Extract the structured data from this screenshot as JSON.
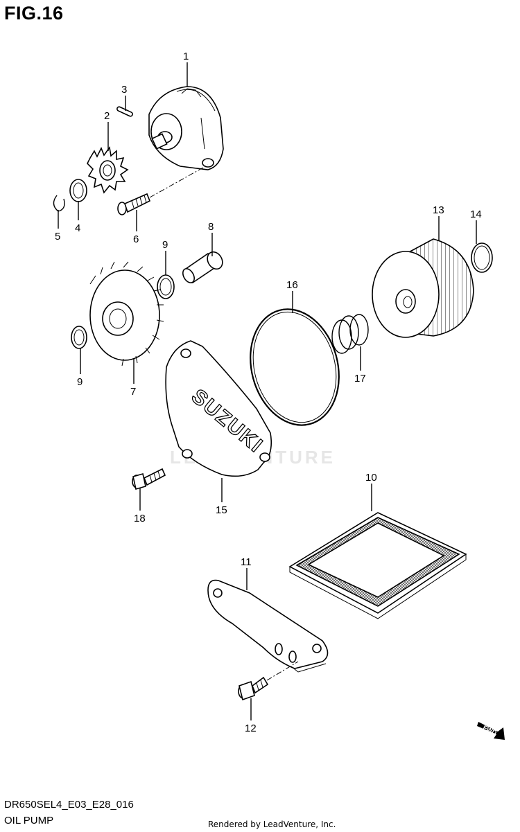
{
  "figure": {
    "title": "FIG.16",
    "model_code": "DR650SEL4_E03_E28_016",
    "section_name": "OIL PUMP",
    "credit": "Rendered by LeadVenture, Inc.",
    "watermark": "LEADVENTURE",
    "cover_logo": "SUZUKI",
    "fwd_label": "FWD"
  },
  "callouts": {
    "c1": "1",
    "c2": "2",
    "c3": "3",
    "c4": "4",
    "c5": "5",
    "c6": "6",
    "c7": "7",
    "c8": "8",
    "c9a": "9",
    "c9b": "9",
    "c10": "10",
    "c11": "11",
    "c12": "12",
    "c13": "13",
    "c14": "14",
    "c15": "15",
    "c16": "16",
    "c17": "17",
    "c18": "18"
  },
  "colors": {
    "ink": "#000000",
    "watermark": "#e6e6e6",
    "mesh": "#555555"
  }
}
